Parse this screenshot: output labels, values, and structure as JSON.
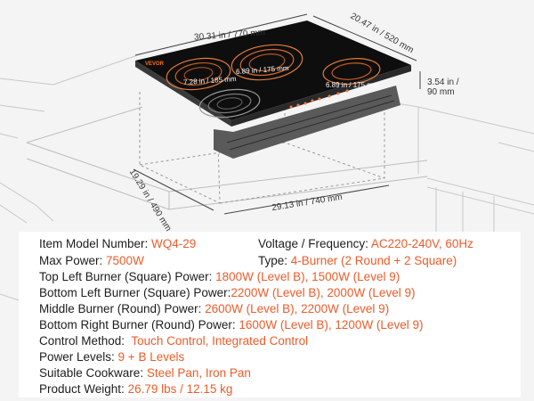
{
  "dimensions": {
    "width": "30.31 in / 770 mm",
    "depth": "20.47 in / 520 mm",
    "height_line1": "3.54 in /",
    "height_line2": "90 mm",
    "cutout_depth": "19.29 in / 490 mm",
    "cutout_width": "29.13 in / 740 mm"
  },
  "burners": {
    "left": "7.28 in / 185 mm",
    "middle": "6.89 in / 175 mm",
    "right": "6.89 in / 175 mm"
  },
  "brand": "VEVOR",
  "colors": {
    "accent": "#f05a28",
    "cooktop": "#111111",
    "coil": "#e0783a"
  },
  "specs": [
    {
      "label": "Item Model Number: ",
      "value": "WQ4-29"
    },
    {
      "label": "Max Power: ",
      "value": "7500W"
    },
    {
      "label": "Top Left Burner (Square) Power: ",
      "value": "1800W (Level B), 1500W (Level 9)"
    },
    {
      "label": "Bottom Left Burner (Square) Power:",
      "value": "2200W (Level B), 2000W (Level 9)"
    },
    {
      "label": "Middle Burner (Round) Power: ",
      "value": "2600W (Level B), 2200W (Level 9)"
    },
    {
      "label": "Bottom Right Burner (Round) Power: ",
      "value": "1600W (Level B), 1200W (Level 9)"
    },
    {
      "label": "Control Method:  ",
      "value": "Touch Control, Integrated Control"
    },
    {
      "label": "Power Levels: ",
      "value": "9 + B Levels"
    },
    {
      "label": "Suitable Cookware: ",
      "value": "Steel Pan, Iron Pan"
    },
    {
      "label": "Product Weight: ",
      "value": "26.79 lbs / 12.15 kg"
    },
    {
      "label": "Voltage / Frequency: ",
      "value": "AC220-240V, 60Hz"
    },
    {
      "label": "Type: ",
      "value": "4-Burner (2 Round + 2 Square)"
    }
  ]
}
